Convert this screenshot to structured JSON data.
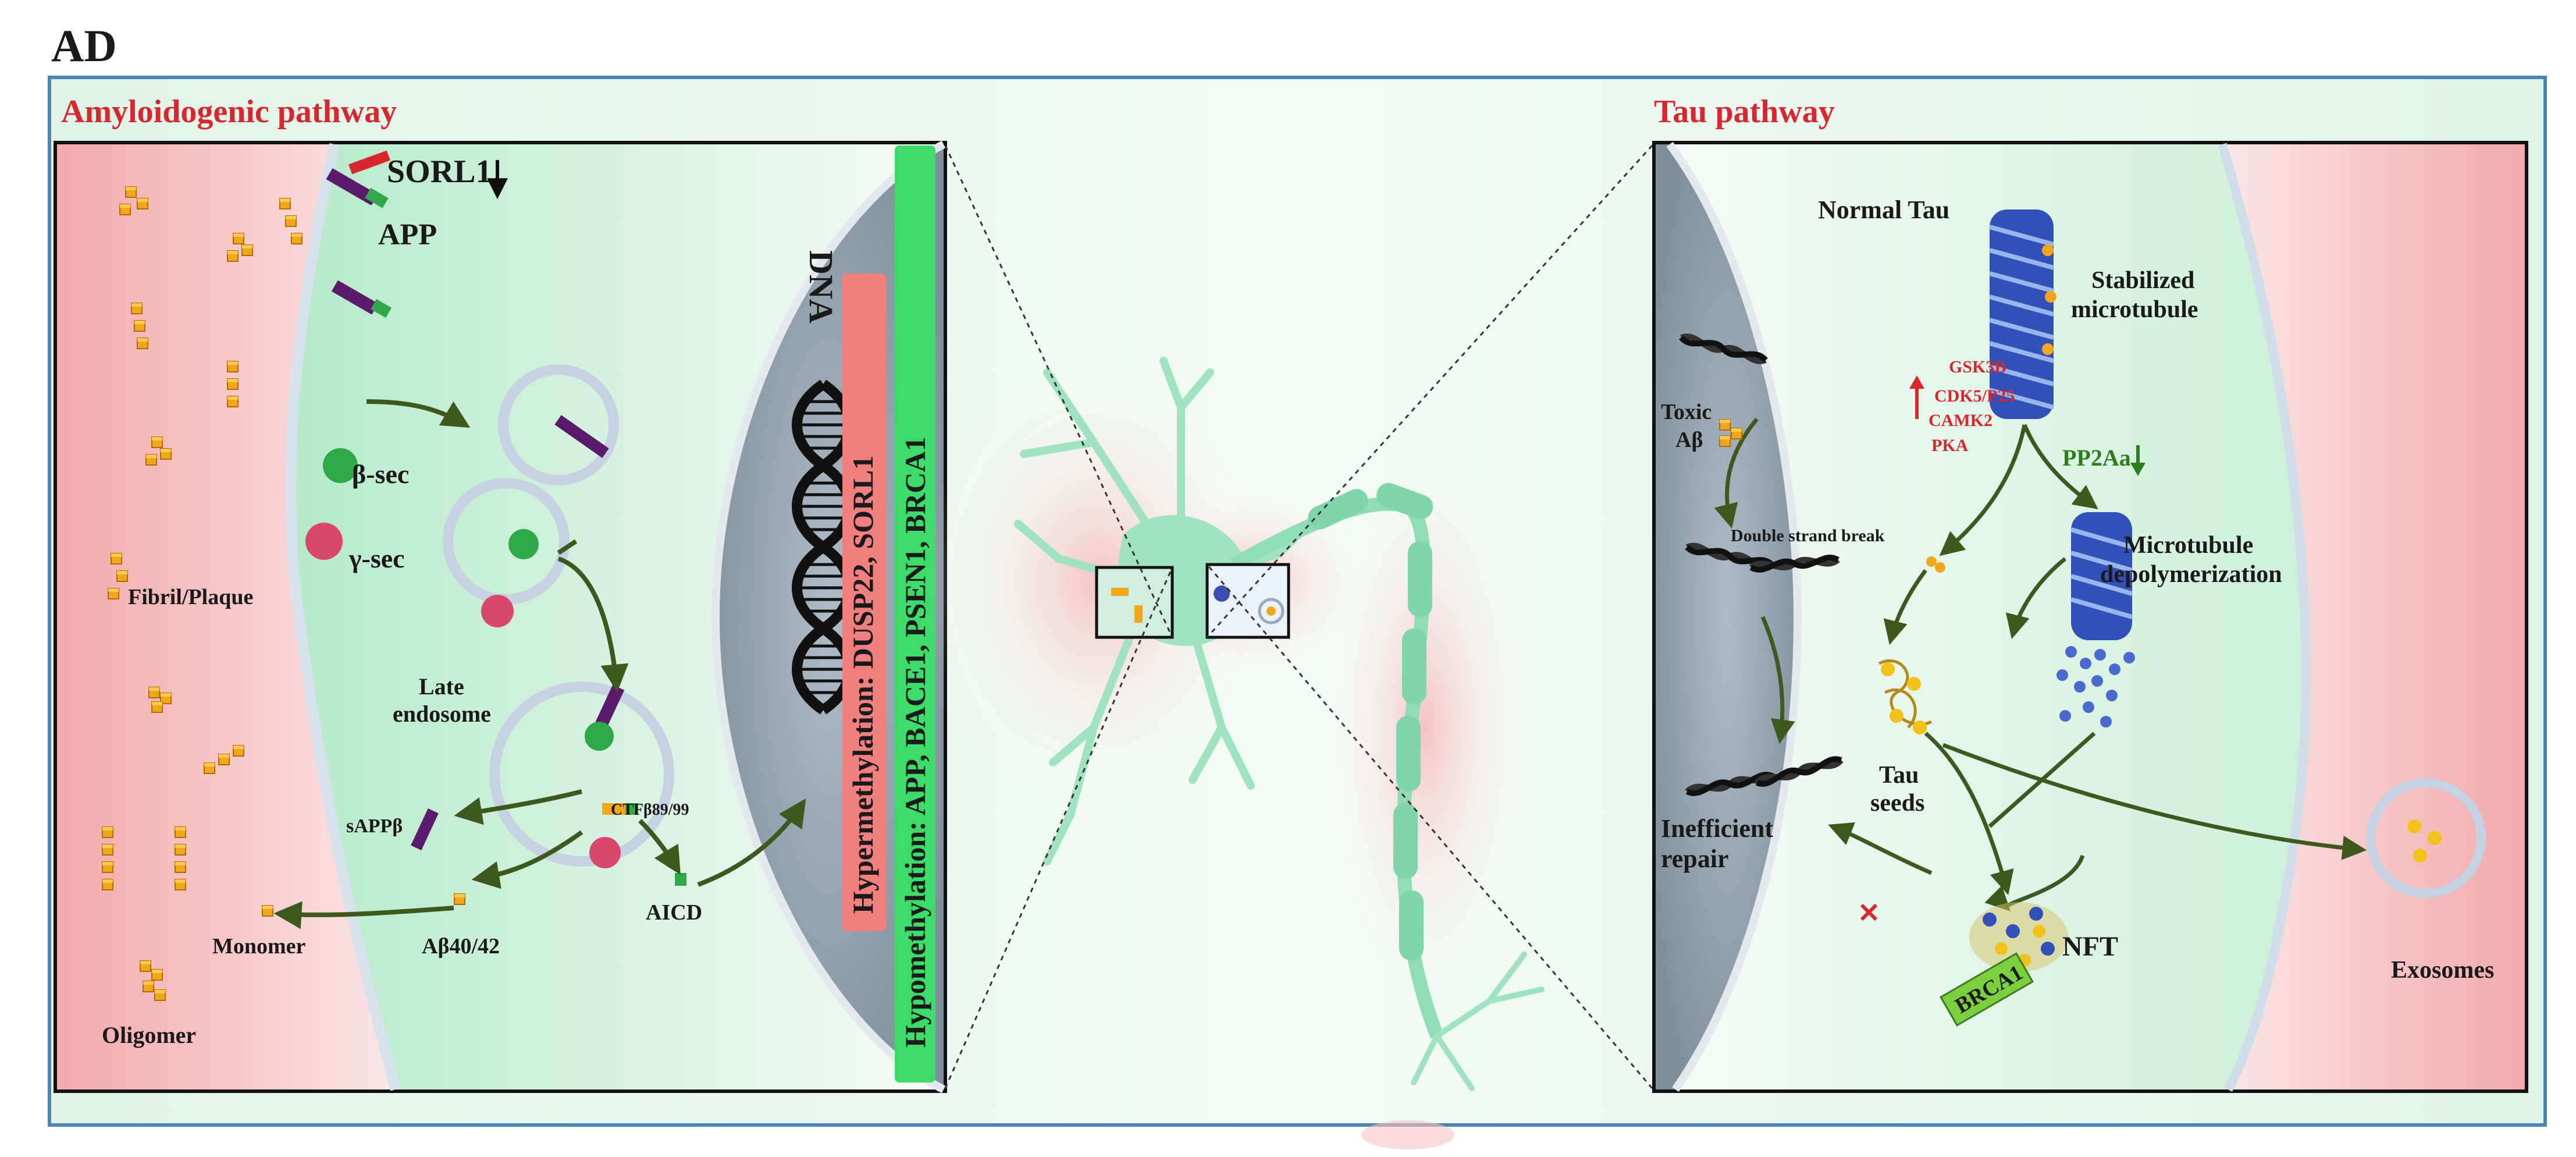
{
  "figure_tag": "AD",
  "left_panel": {
    "title": "Amyloidogenic pathway",
    "labels": {
      "sorl1": "SORL1",
      "app": "APP",
      "beta_sec": "β-sec",
      "gamma_sec": "γ-sec",
      "fibril": "Fibril/Plaque",
      "late_endosome_1": "Late",
      "late_endosome_2": "endosome",
      "sappb": "sAPPβ",
      "ctf": "CTFβ89/99",
      "aicd": "AICD",
      "abeta": "Aβ40/42",
      "monomer": "Monomer",
      "oligomer": "Oligomer",
      "dna": "DNA"
    },
    "methylation": {
      "hyper": "Hypermethylation: DUSP22, SORL1",
      "hypo": "Hypomethylation: APP, BACE1, PSEN1, BRCA1"
    }
  },
  "right_panel": {
    "title": "Tau pathway",
    "labels": {
      "normal_tau": "Normal Tau",
      "stabilized_1": "Stabilized",
      "stabilized_2": "microtubule",
      "toxic_1": "Toxic",
      "toxic_2": "Aβ",
      "gsk3b": "GSK3B",
      "cdk5": "CDK5/P25",
      "camk2": "CAMK2",
      "pka": "PKA",
      "pp2aa": "PP2Aa",
      "dsb": "Double strand break",
      "mt_depoly_1": "Microtubule",
      "mt_depoly_2": "depolymerization",
      "tau_seeds_1": "Tau",
      "tau_seeds_2": "seeds",
      "inefficient_1": "Inefficient",
      "inefficient_2": "repair",
      "nft": "NFT",
      "brca1": "BRCA1",
      "exosomes": "Exosomes"
    }
  },
  "colors": {
    "title_red": "#d9272e",
    "frame_blue": "#4a86b5",
    "mint": "#c8eed6",
    "pink": "#f2b5b5",
    "arrow_green": "#3d5a1e",
    "hyper_box": "#f08080",
    "hypo_box": "#3ddc6a"
  }
}
